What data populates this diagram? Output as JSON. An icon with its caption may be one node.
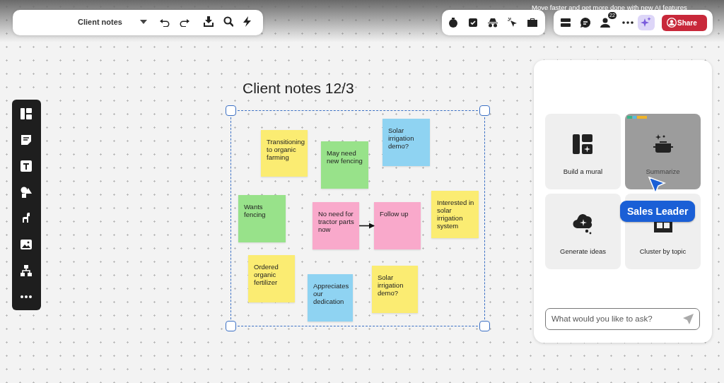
{
  "diagram": {
    "nodes": [
      {
        "text": [
          "Client notes 12/3"
        ]
      },
      {
        "text": [
          "Solar irrigation demo?"
        ],
        "in": 0
      },
      {
        "text": [
          "Transitioning to organic farming"
        ],
        "in": 0
      },
      {
        "text": [
          "May need new fencing"
        ],
        "in": 0
      },
      {
        "text": [
          "Interested in solar irrigation system"
        ],
        "in": 0
      },
      {
        "text": [
          "Wants fencing"
        ],
        "in": 0
      },
      {
        "text": [
          "No need for tractor parts now"
        ],
        "in": 0
      },
      {
        "text": [
          "Follow up"
        ],
        "in": 0
      },
      {
        "text": [
          "Ordered organic fertilizer"
        ],
        "in": 0
      },
      {
        "text": [
          "Solar irrigation demo?"
        ],
        "in": 0
      },
      {
        "text": [
          "Appreciates our dedication"
        ],
        "in": 0
      }
    ],
    "edges": [
      {
        "from": 6,
        "to": 7,
        "arrow": "to"
      }
    ],
    "labels": [
      "Move faster and get more done with new AI features",
      "Client notes",
      "22",
      "Share",
      "Build a mural",
      "Summarize",
      "Generate ideas",
      "Cluster by topic",
      "Sales Leader",
      "What would you like to ask?"
    ]
  }
}
